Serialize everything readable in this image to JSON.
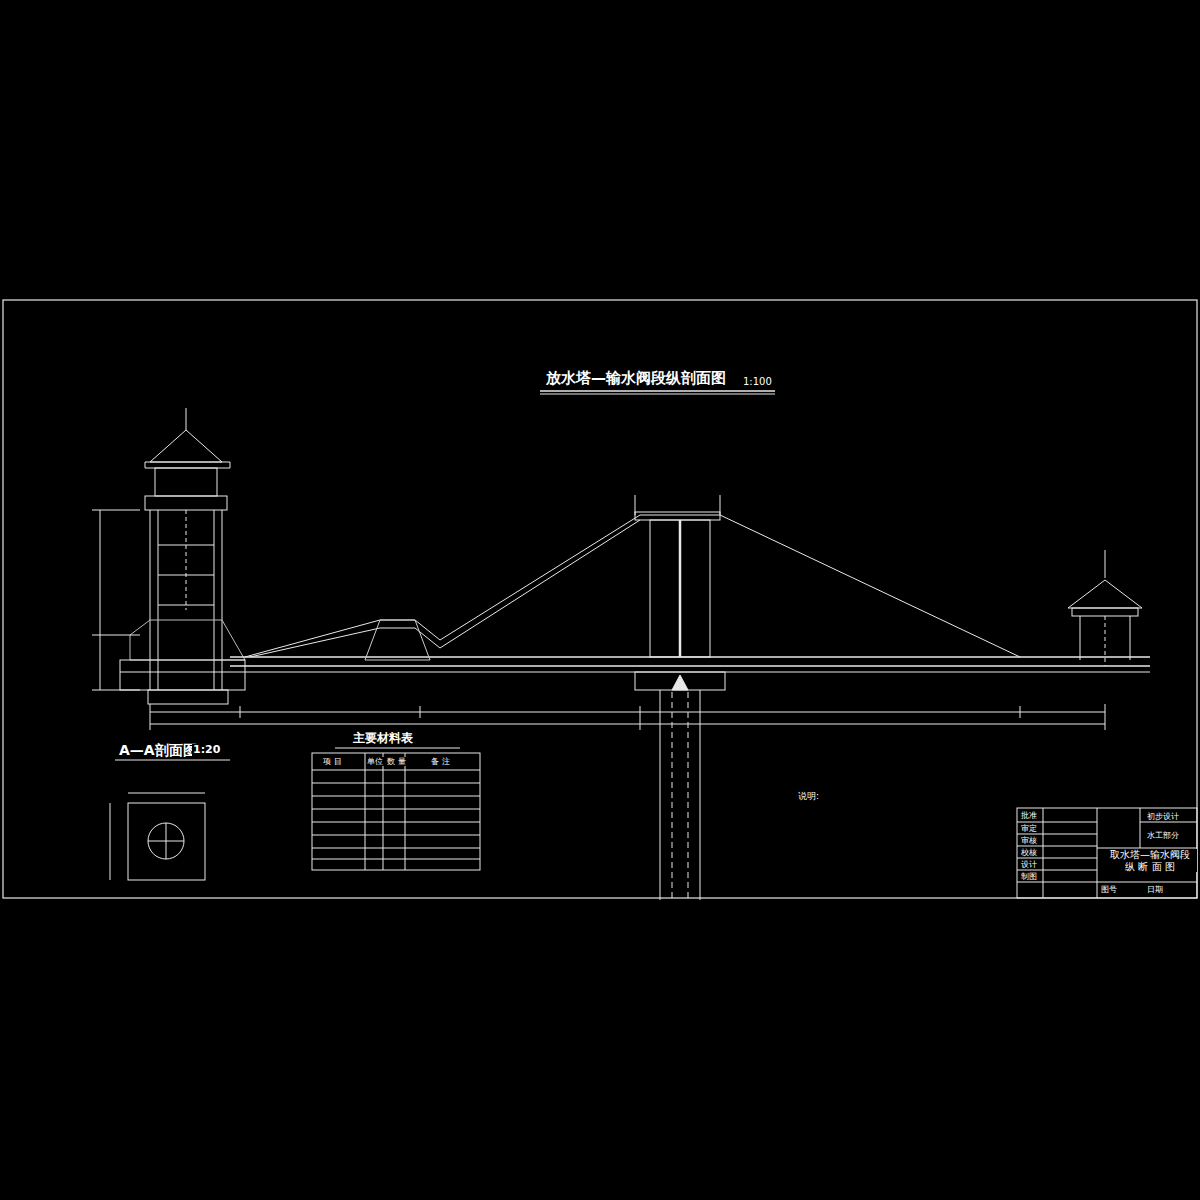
{
  "diagram": {
    "title": "放水塔—输水阀段纵剖面图",
    "nodes": [
      {
        "text": [
          "主要材料表"
        ]
      },
      {
        "text": [
          "取水塔—输水阀段 纵 断 面 图"
        ]
      }
    ],
    "labels": [
      "1:100",
      "A—A剖面图",
      "1:20",
      "项 目",
      "单位",
      "数 量",
      "备 注",
      "说明:",
      "初步设计",
      "水工部分",
      "批准",
      "审定",
      "审核",
      "校核",
      "设计",
      "制图",
      "日期",
      "图号"
    ]
  }
}
